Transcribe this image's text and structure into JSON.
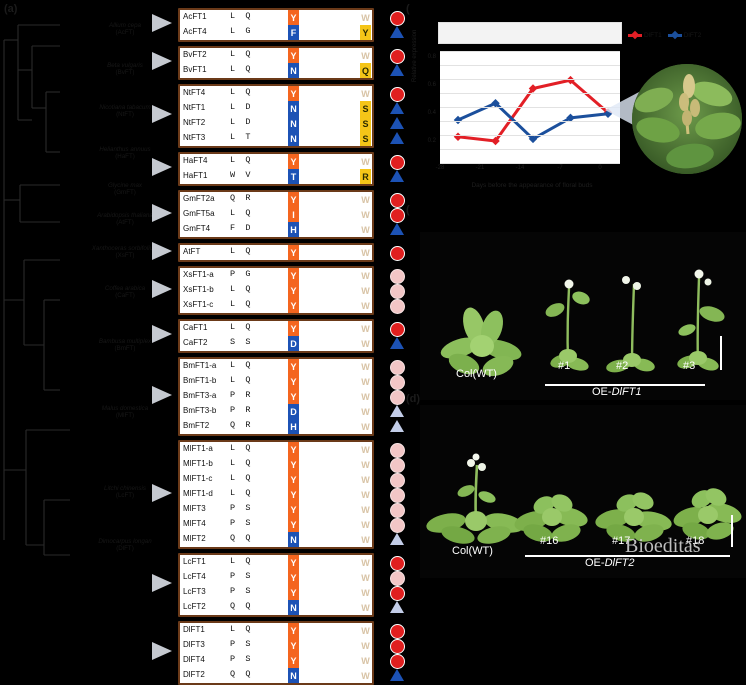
{
  "panels": {
    "a": "(a)",
    "b": "(b)",
    "c": "(c)",
    "d": "(d)"
  },
  "tree": {
    "species": [
      {
        "genus_species": "Allium cepa",
        "abbr": "(AcFT)"
      },
      {
        "genus_species": "Beta vulgaris",
        "abbr": "(BvFT)"
      },
      {
        "genus_species": "Nicotiana tabacum",
        "abbr": "(NtFT)"
      },
      {
        "genus_species": "Helianthus annuus",
        "abbr": "(HaFT)"
      },
      {
        "genus_species": "Glycine max",
        "abbr": "(GmFT)"
      },
      {
        "genus_species": "Arabidopsis thaliana",
        "abbr": "(AtFT)"
      },
      {
        "genus_species": "Xanthoceras sorbifolium",
        "abbr": "(XsFT)"
      },
      {
        "genus_species": "Coffea arabica",
        "abbr": "(CaFT)"
      },
      {
        "genus_species": "Bambusa multiplex",
        "abbr": "(BmFT)"
      },
      {
        "genus_species": "Malus domestica",
        "abbr": "(MlFT)"
      },
      {
        "genus_species": "Litchi chinensis",
        "abbr": "(LcFT)"
      },
      {
        "genus_species": "Dimocarpus longan",
        "abbr": "(DlFT)"
      }
    ]
  },
  "alignment": {
    "clades": [
      {
        "rows": [
          {
            "name": "AcFT1",
            "left": "L Q",
            "mid_aa": "Y",
            "mid_class": "y",
            "right_aa": "W",
            "right_class": "w",
            "sym": "circle"
          },
          {
            "name": "AcFT4",
            "left": "L G",
            "mid_aa": "F",
            "mid_class": "b",
            "right_aa": "Y",
            "right_class": "g",
            "sym": "tri"
          }
        ]
      },
      {
        "rows": [
          {
            "name": "BvFT2",
            "left": "L Q",
            "mid_aa": "Y",
            "mid_class": "y",
            "right_aa": "W",
            "right_class": "w",
            "sym": "circle"
          },
          {
            "name": "BvFT1",
            "left": "L Q",
            "mid_aa": "N",
            "mid_class": "b",
            "right_aa": "Q",
            "right_class": "g",
            "sym": "tri"
          }
        ]
      },
      {
        "rows": [
          {
            "name": "NtFT4",
            "left": "L Q",
            "mid_aa": "Y",
            "mid_class": "y",
            "right_aa": "W",
            "right_class": "w",
            "sym": "circle"
          },
          {
            "name": "NtFT1",
            "left": "L D",
            "mid_aa": "N",
            "mid_class": "b",
            "right_aa": "S",
            "right_class": "g",
            "sym": "tri"
          },
          {
            "name": "NtFT2",
            "left": "L D",
            "mid_aa": "N",
            "mid_class": "b",
            "right_aa": "S",
            "right_class": "g",
            "sym": "tri"
          },
          {
            "name": "NtFT3",
            "left": "L T",
            "mid_aa": "N",
            "mid_class": "b",
            "right_aa": "S",
            "right_class": "g",
            "sym": "tri"
          }
        ]
      },
      {
        "rows": [
          {
            "name": "HaFT4",
            "left": "L Q",
            "mid_aa": "Y",
            "mid_class": "y",
            "right_aa": "W",
            "right_class": "w",
            "sym": "circle"
          },
          {
            "name": "HaFT1",
            "left": "W V",
            "mid_aa": "T",
            "mid_class": "b",
            "right_aa": "R",
            "right_class": "g",
            "sym": "tri"
          }
        ]
      },
      {
        "rows": [
          {
            "name": "GmFT2a",
            "left": "Q R",
            "mid_aa": "Y",
            "mid_class": "y",
            "right_aa": "W",
            "right_class": "w",
            "sym": "circle"
          },
          {
            "name": "GmFT5a",
            "left": "L Q",
            "mid_aa": "I",
            "mid_class": "y",
            "right_aa": "W",
            "right_class": "w",
            "sym": "circle"
          },
          {
            "name": "GmFT4",
            "left": "F D",
            "mid_aa": "H",
            "mid_class": "b",
            "right_aa": "W",
            "right_class": "w",
            "sym": "tri"
          }
        ]
      },
      {
        "rows": [
          {
            "name": "AtFT",
            "left": "L Q",
            "mid_aa": "Y",
            "mid_class": "y",
            "right_aa": "W",
            "right_class": "w",
            "sym": "circle"
          }
        ]
      },
      {
        "rows": [
          {
            "name": "XsFT1-a",
            "left": "P G",
            "mid_aa": "Y",
            "mid_class": "y",
            "right_aa": "W",
            "right_class": "w",
            "sym": "circle-faded"
          },
          {
            "name": "XsFT1-b",
            "left": "L Q",
            "mid_aa": "Y",
            "mid_class": "y",
            "right_aa": "W",
            "right_class": "w",
            "sym": "circle-faded"
          },
          {
            "name": "XsFT1-c",
            "left": "L Q",
            "mid_aa": "Y",
            "mid_class": "y",
            "right_aa": "W",
            "right_class": "w",
            "sym": "circle-faded"
          }
        ]
      },
      {
        "rows": [
          {
            "name": "CaFT1",
            "left": "L Q",
            "mid_aa": "Y",
            "mid_class": "y",
            "right_aa": "W",
            "right_class": "w",
            "sym": "circle"
          },
          {
            "name": "CaFT2",
            "left": "S S",
            "mid_aa": "D",
            "mid_class": "b",
            "right_aa": "W",
            "right_class": "w",
            "sym": "tri"
          }
        ]
      },
      {
        "rows": [
          {
            "name": "BmFT1-a",
            "left": "L Q",
            "mid_aa": "Y",
            "mid_class": "y",
            "right_aa": "W",
            "right_class": "w",
            "sym": "circle-faded"
          },
          {
            "name": "BmFT1-b",
            "left": "L Q",
            "mid_aa": "Y",
            "mid_class": "y",
            "right_aa": "W",
            "right_class": "w",
            "sym": "circle-faded"
          },
          {
            "name": "BmFT3-a",
            "left": "P R",
            "mid_aa": "Y",
            "mid_class": "y",
            "right_aa": "W",
            "right_class": "w",
            "sym": "circle-faded"
          },
          {
            "name": "BmFT3-b",
            "left": "P R",
            "mid_aa": "D",
            "mid_class": "b",
            "right_aa": "W",
            "right_class": "w",
            "sym": "tri-faded"
          },
          {
            "name": "BmFT2",
            "left": "Q R",
            "mid_aa": "H",
            "mid_class": "b",
            "right_aa": "W",
            "right_class": "w",
            "sym": "tri-faded"
          }
        ]
      },
      {
        "rows": [
          {
            "name": "MlFT1-a",
            "left": "L Q",
            "mid_aa": "Y",
            "mid_class": "y",
            "right_aa": "W",
            "right_class": "w",
            "sym": "circle-faded"
          },
          {
            "name": "MlFT1-b",
            "left": "L Q",
            "mid_aa": "Y",
            "mid_class": "y",
            "right_aa": "W",
            "right_class": "w",
            "sym": "circle-faded"
          },
          {
            "name": "MlFT1-c",
            "left": "L Q",
            "mid_aa": "Y",
            "mid_class": "y",
            "right_aa": "W",
            "right_class": "w",
            "sym": "circle-faded"
          },
          {
            "name": "MlFT1-d",
            "left": "L Q",
            "mid_aa": "Y",
            "mid_class": "y",
            "right_aa": "W",
            "right_class": "w",
            "sym": "circle-faded"
          },
          {
            "name": "MlFT3",
            "left": "P S",
            "mid_aa": "Y",
            "mid_class": "y",
            "right_aa": "W",
            "right_class": "w",
            "sym": "circle-faded"
          },
          {
            "name": "MlFT4",
            "left": "P S",
            "mid_aa": "Y",
            "mid_class": "y",
            "right_aa": "W",
            "right_class": "w",
            "sym": "circle-faded"
          },
          {
            "name": "MlFT2",
            "left": "Q Q",
            "mid_aa": "N",
            "mid_class": "b",
            "right_aa": "W",
            "right_class": "w",
            "sym": "tri-faded"
          }
        ]
      },
      {
        "rows": [
          {
            "name": "LcFT1",
            "left": "L Q",
            "mid_aa": "Y",
            "mid_class": "y",
            "right_aa": "W",
            "right_class": "w",
            "sym": "circle"
          },
          {
            "name": "LcFT4",
            "left": "P S",
            "mid_aa": "Y",
            "mid_class": "y",
            "right_aa": "W",
            "right_class": "w",
            "sym": "circle-faded"
          },
          {
            "name": "LcFT3",
            "left": "P S",
            "mid_aa": "Y",
            "mid_class": "y",
            "right_aa": "W",
            "right_class": "w",
            "sym": "circle"
          },
          {
            "name": "LcFT2",
            "left": "Q Q",
            "mid_aa": "N",
            "mid_class": "b",
            "right_aa": "W",
            "right_class": "w",
            "sym": "tri-faded"
          }
        ]
      },
      {
        "rows": [
          {
            "name": "DlFT1",
            "left": "L Q",
            "mid_aa": "Y",
            "mid_class": "y",
            "right_aa": "W",
            "right_class": "w",
            "sym": "circle"
          },
          {
            "name": "DlFT3",
            "left": "P S",
            "mid_aa": "Y",
            "mid_class": "y",
            "right_aa": "W",
            "right_class": "w",
            "sym": "circle"
          },
          {
            "name": "DlFT4",
            "left": "P S",
            "mid_aa": "Y",
            "mid_class": "y",
            "right_aa": "W",
            "right_class": "w",
            "sym": "circle"
          },
          {
            "name": "DlFT2",
            "left": "Q Q",
            "mid_aa": "N",
            "mid_class": "b",
            "right_aa": "W",
            "right_class": "w",
            "sym": "tri"
          }
        ]
      }
    ]
  },
  "chart_data": {
    "type": "line",
    "title": "",
    "xlabel": "Days before the appearance of floral buds",
    "ylabel": "Relative expression",
    "x": [
      "-28",
      "-21",
      "-14",
      "-7",
      "0"
    ],
    "ylim": [
      0,
      1.0
    ],
    "yticks": [
      "0.2",
      "0.4",
      "0.6",
      "0.8"
    ],
    "grid": true,
    "legend_position": "top-right",
    "series": [
      {
        "name": "DlFT1",
        "color": "#e21f26",
        "values": [
          0.24,
          0.2,
          0.7,
          0.78,
          0.47
        ]
      },
      {
        "name": "DlFT2",
        "color": "#1b4f9c",
        "values": [
          0.4,
          0.56,
          0.22,
          0.42,
          0.46
        ]
      }
    ]
  },
  "photos": {
    "top": {
      "wt_label": "Col(WT)",
      "lines": [
        "#1",
        "#2",
        "#3"
      ],
      "group_prefix": "OE-",
      "group_gene": "DlFT1"
    },
    "bottom": {
      "wt_label": "Col(WT)",
      "lines": [
        "#16",
        "#17",
        "#18"
      ],
      "group_prefix": "OE-",
      "group_gene": "DlFT2"
    }
  },
  "watermark": "Bioeditas",
  "colors": {
    "highlight_orange": "#f4651f",
    "highlight_blue": "#1c52b5",
    "highlight_yellow": "#f5c518",
    "clade_border": "#6b3a19",
    "series_red": "#e21f26",
    "series_blue": "#1b4f9c"
  }
}
